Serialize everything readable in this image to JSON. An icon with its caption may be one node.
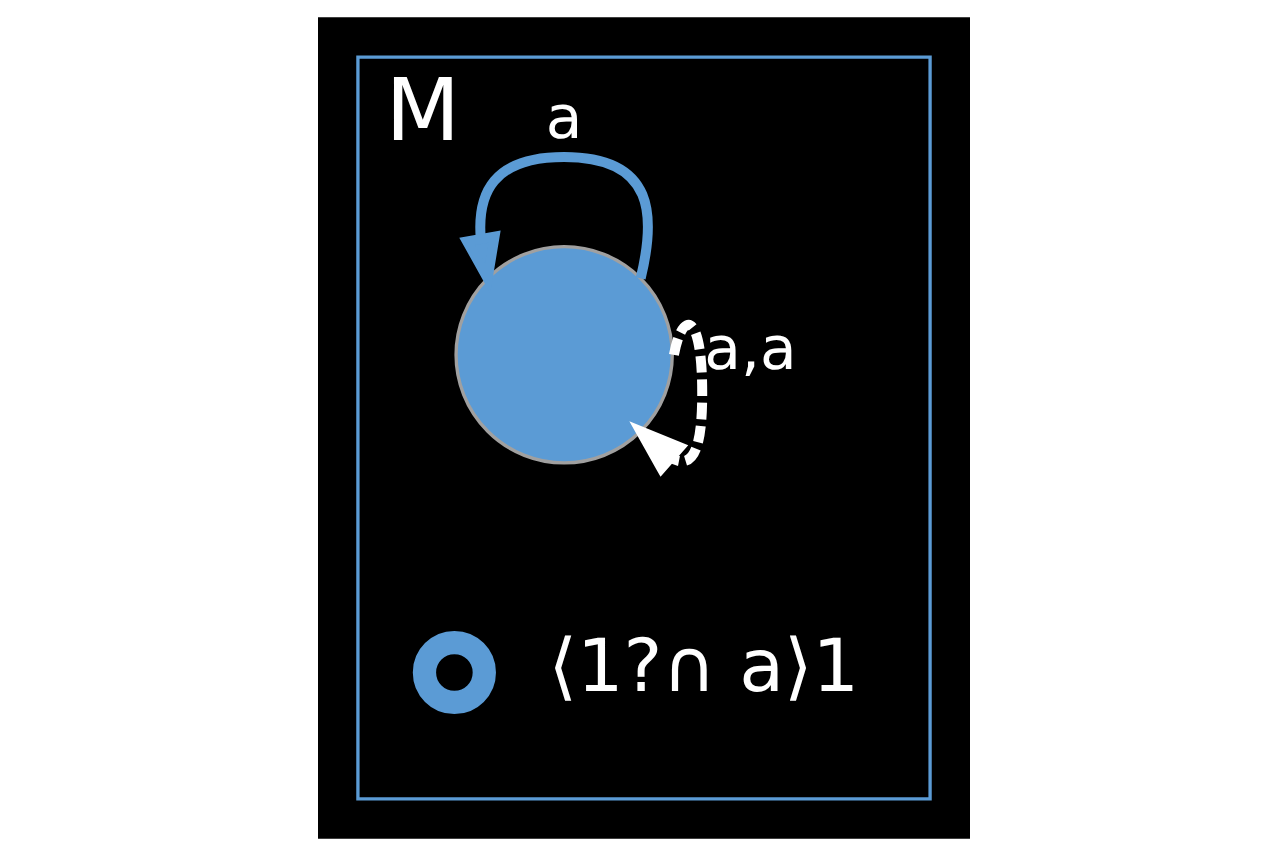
{
  "diagram": {
    "nodes": [
      {
        "text": [
          "M"
        ]
      },
      {
        "text": [],
        "shape": "circle",
        "in": 0
      },
      {
        "text": [],
        "shape": "ring",
        "in": 0,
        "beside": [
          "⟨1?∩ a⟩1"
        ]
      }
    ],
    "edges": [
      {
        "from": 1,
        "to": 1,
        "arrow": "to",
        "label": "a",
        "color": "#5b9bd5"
      },
      {
        "from": 1,
        "to": 1,
        "arrow": "to",
        "label": "a,a",
        "color": "#ffffff",
        "style": "dashed"
      }
    ]
  }
}
